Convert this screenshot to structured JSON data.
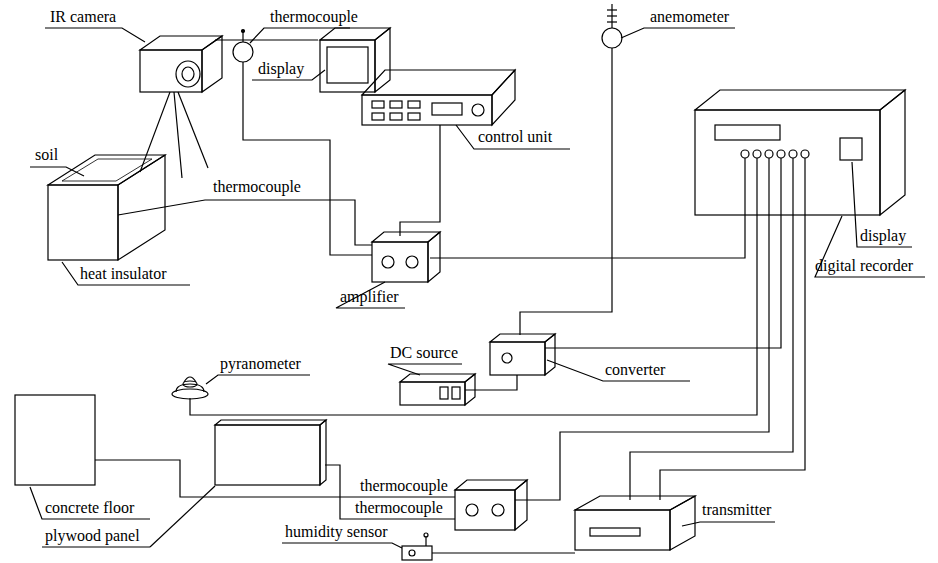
{
  "diagram": {
    "labels": [
      "IR camera",
      "thermocouple",
      "display",
      "anemometer",
      "soil",
      "control unit",
      "thermocouple",
      "amplifier",
      "display",
      "heat insulator",
      "digital recorder",
      "DC source",
      "converter",
      "pyranometer",
      "thermocouple",
      "concrete floor",
      "thermocouple",
      "plywood panel",
      "humidity sensor",
      "transmitter"
    ]
  }
}
